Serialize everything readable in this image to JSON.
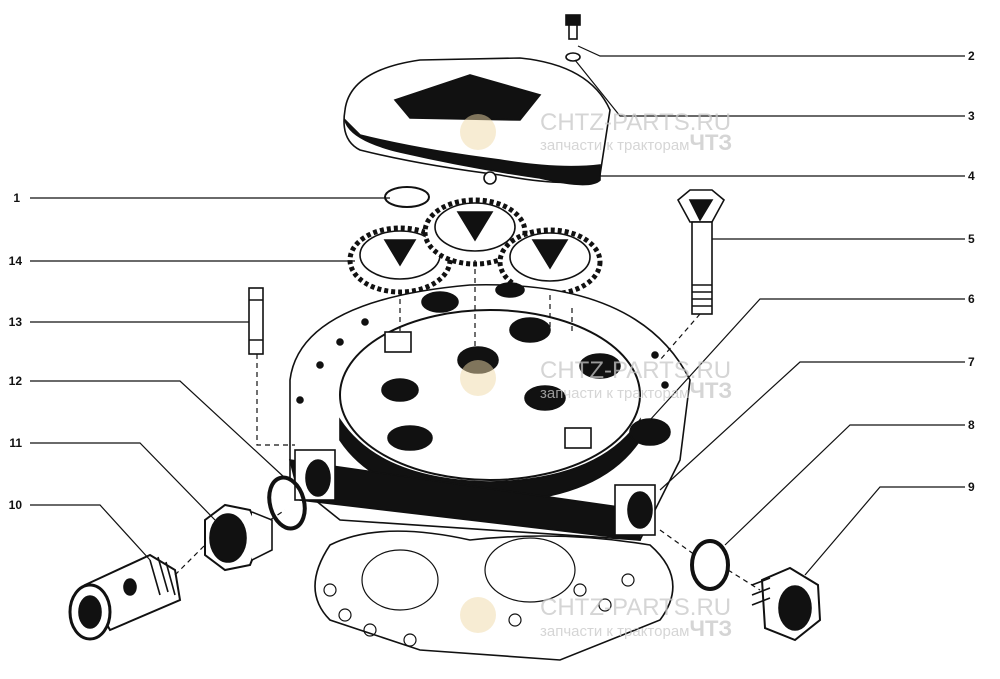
{
  "diagram": {
    "callouts": [
      {
        "id": "1",
        "side": "left"
      },
      {
        "id": "14",
        "side": "left"
      },
      {
        "id": "13",
        "side": "left"
      },
      {
        "id": "12",
        "side": "left"
      },
      {
        "id": "11",
        "side": "left"
      },
      {
        "id": "10",
        "side": "left"
      },
      {
        "id": "2",
        "side": "right"
      },
      {
        "id": "3",
        "side": "right"
      },
      {
        "id": "4",
        "side": "right"
      },
      {
        "id": "5",
        "side": "right"
      },
      {
        "id": "6",
        "side": "right"
      },
      {
        "id": "7",
        "side": "right"
      },
      {
        "id": "8",
        "side": "right"
      },
      {
        "id": "9",
        "side": "right"
      }
    ],
    "colors": {
      "ink": "#111111",
      "watermark": "#c8c8c8",
      "gear": "#f0d9a8"
    }
  },
  "watermark": {
    "site": "CHTZ-PARTS.RU",
    "tagline": "запчасти к тракторам",
    "brand": "ЧТЗ"
  }
}
